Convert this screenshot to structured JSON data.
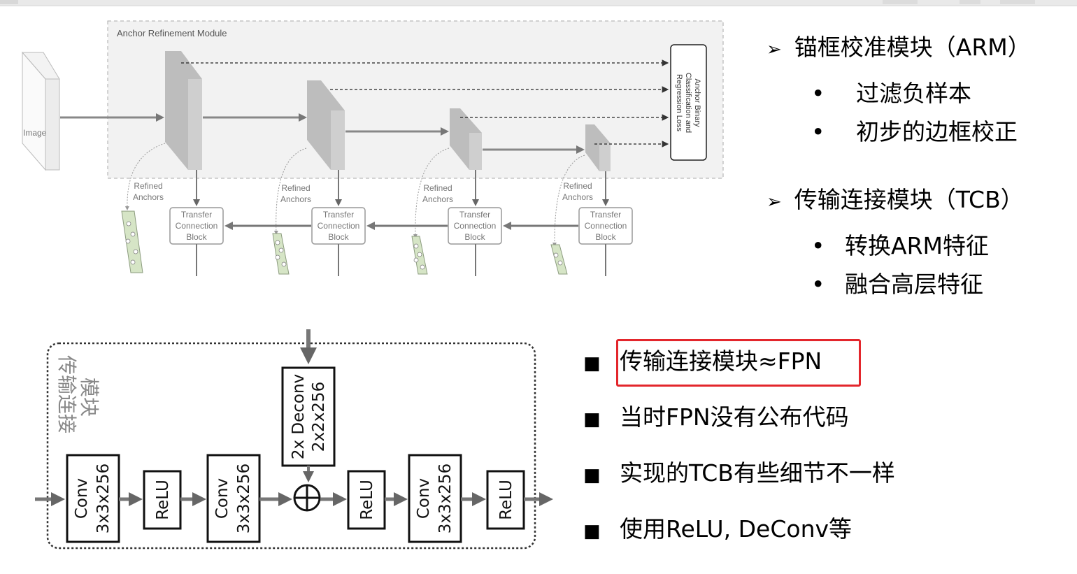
{
  "arm_diagram": {
    "module_title": "Anchor Refinement Module",
    "input_label": "Image",
    "loss_label": [
      "Anchor Binary",
      "Classification and",
      "Regression Loss"
    ],
    "refined_anchors_label": [
      "Refined",
      "Anchors"
    ],
    "tcb_label": [
      "Transfer",
      "Connection",
      "Block"
    ]
  },
  "tcb_diagram": {
    "side_label": [
      "传输连接",
      "模块"
    ],
    "deconv_label": [
      "2x Deconv",
      "2x2x256"
    ],
    "conv_label": [
      "Conv",
      "3x3x256"
    ],
    "relu_label": "ReLU"
  },
  "right_top": {
    "sections": [
      {
        "title": "锚框校准模块（ARM）",
        "items": [
          "过滤负样本",
          "初步的边框校正"
        ]
      },
      {
        "title": "传输连接模块（TCB）",
        "items": [
          "转换ARM特征",
          "融合高层特征"
        ]
      }
    ]
  },
  "right_bottom": {
    "items": [
      "传输连接模块≈FPN",
      "当时FPN没有公布代码",
      "实现的TCB有些细节不一样",
      "使用ReLU, DeConv等"
    ],
    "highlight_color": "#e3262c"
  }
}
